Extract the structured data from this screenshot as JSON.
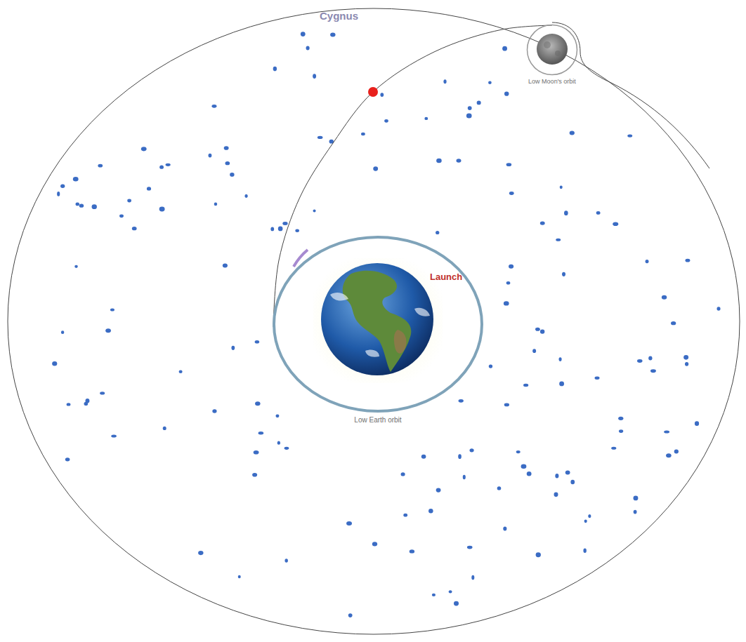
{
  "diagram": {
    "nodes": [
      {
        "text": [
          "Launch",
          "Low Earth orbit"
        ]
      },
      {
        "text": [
          "Low Moon's orbit"
        ]
      }
    ],
    "edges": [
      {
        "from": 0,
        "to": 1,
        "arrow": "none"
      }
    ],
    "labels": [
      "Cygnus"
    ]
  }
}
